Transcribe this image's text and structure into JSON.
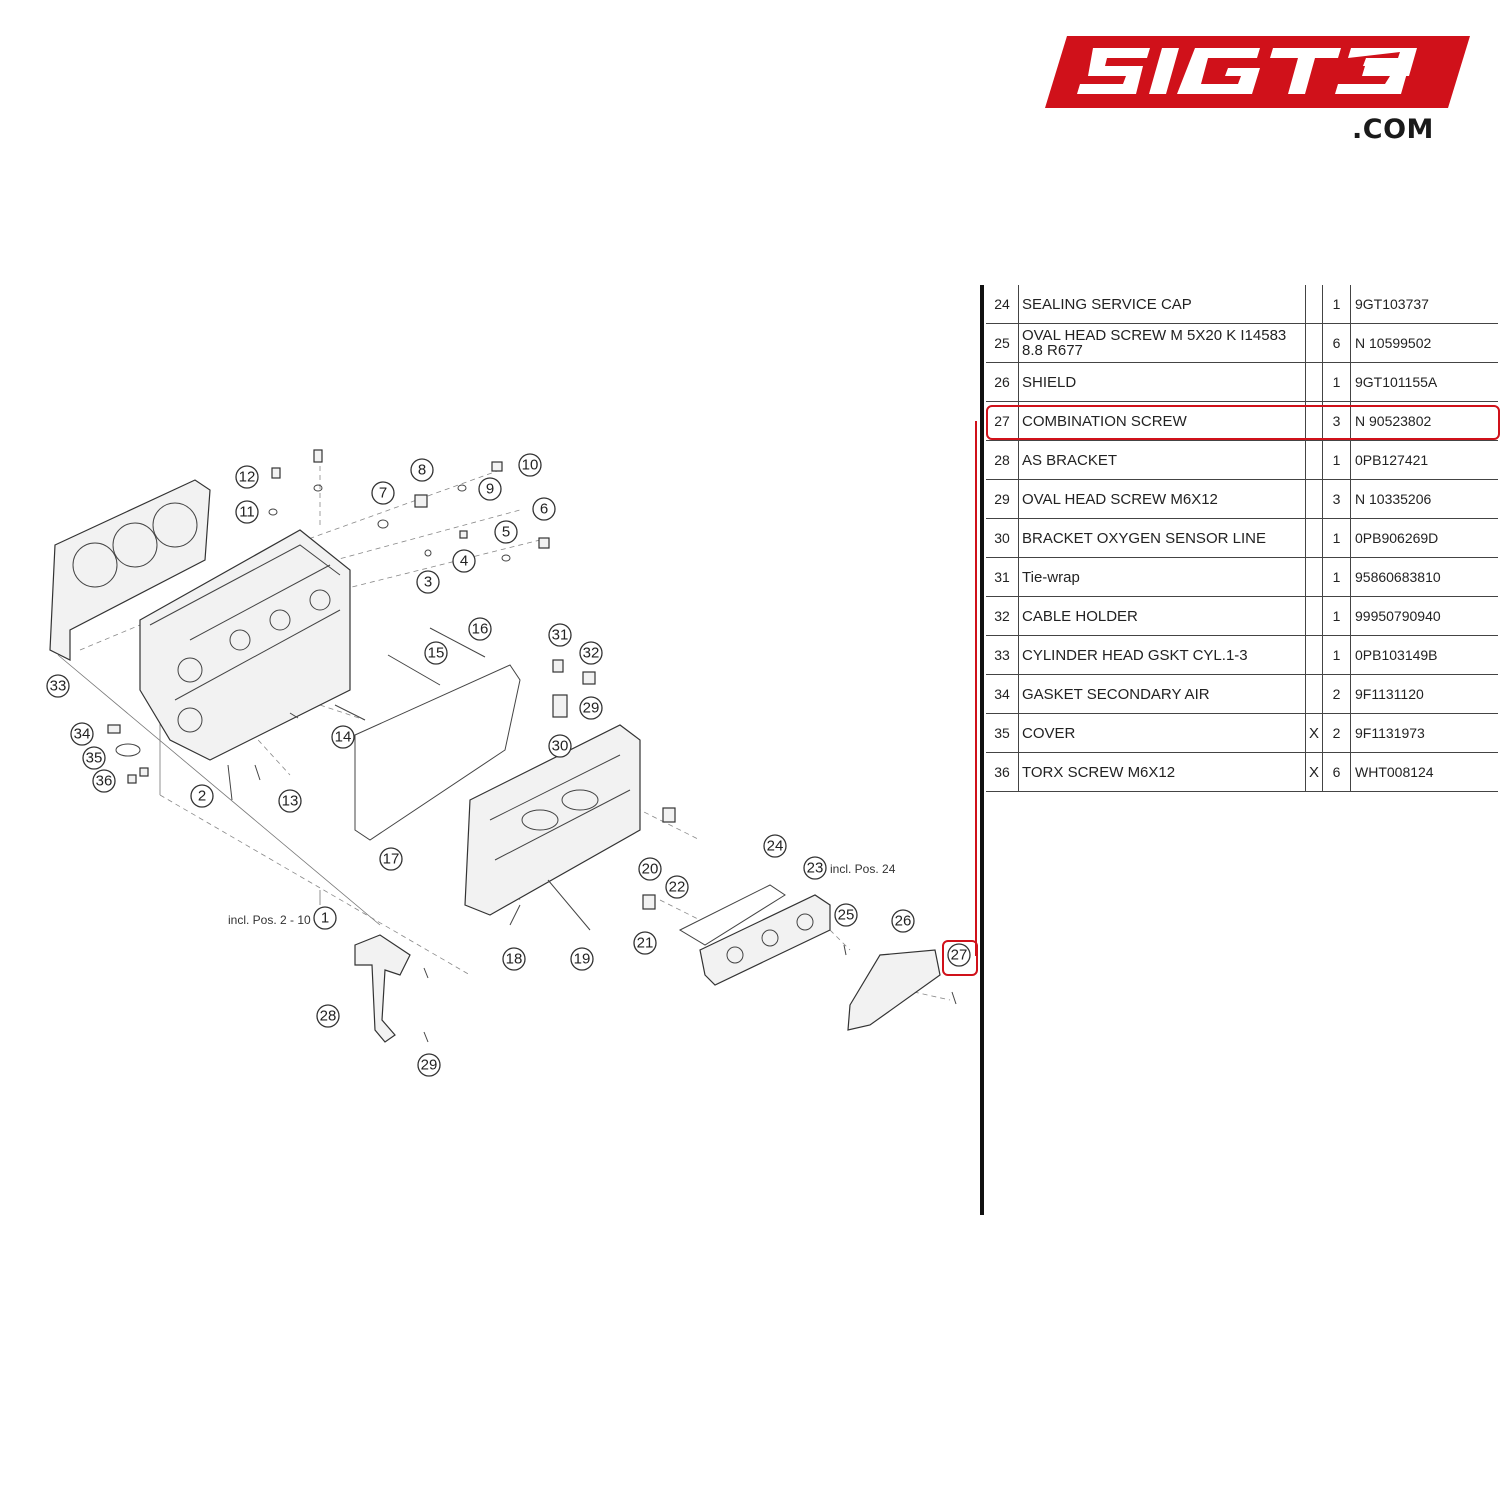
{
  "logo": {
    "text": "SIGT3",
    "suffix": ".COM",
    "color": "#d0111a"
  },
  "diagram": {
    "notes": {
      "pos1": "incl. Pos. 2 - 10",
      "pos23": "incl. Pos. 24"
    },
    "callouts": [
      "1",
      "2",
      "3",
      "4",
      "5",
      "6",
      "7",
      "8",
      "9",
      "10",
      "11",
      "12",
      "13",
      "14",
      "15",
      "16",
      "17",
      "18",
      "19",
      "20",
      "21",
      "22",
      "23",
      "24",
      "25",
      "26",
      "27",
      "28",
      "29",
      "29",
      "30",
      "31",
      "32",
      "33",
      "34",
      "35",
      "36"
    ]
  },
  "parts": [
    {
      "pos": "24",
      "name": "SEALING SERVICE CAP",
      "x": "",
      "qty": "1",
      "part_no": "9GT103737"
    },
    {
      "pos": "25",
      "name": "OVAL HEAD SCREW M 5X20 K I14583 8.8 R677",
      "x": "",
      "qty": "6",
      "part_no": "N 10599502"
    },
    {
      "pos": "26",
      "name": "SHIELD",
      "x": "",
      "qty": "1",
      "part_no": "9GT101155A"
    },
    {
      "pos": "27",
      "name": "COMBINATION SCREW",
      "x": "",
      "qty": "3",
      "part_no": "N 90523802"
    },
    {
      "pos": "28",
      "name": "AS BRACKET",
      "x": "",
      "qty": "1",
      "part_no": "0PB127421"
    },
    {
      "pos": "29",
      "name": "OVAL HEAD SCREW M6X12",
      "x": "",
      "qty": "3",
      "part_no": "N 10335206"
    },
    {
      "pos": "30",
      "name": "BRACKET OXYGEN SENSOR LINE",
      "x": "",
      "qty": "1",
      "part_no": "0PB906269D"
    },
    {
      "pos": "31",
      "name": "Tie-wrap",
      "x": "",
      "qty": "1",
      "part_no": "95860683810"
    },
    {
      "pos": "32",
      "name": "CABLE HOLDER",
      "x": "",
      "qty": "1",
      "part_no": "99950790940"
    },
    {
      "pos": "33",
      "name": "CYLINDER HEAD GSKT CYL.1-3",
      "x": "",
      "qty": "1",
      "part_no": "0PB103149B"
    },
    {
      "pos": "34",
      "name": "GASKET SECONDARY AIR",
      "x": "",
      "qty": "2",
      "part_no": "9F1131120"
    },
    {
      "pos": "35",
      "name": "COVER",
      "x": "X",
      "qty": "2",
      "part_no": "9F1131973"
    },
    {
      "pos": "36",
      "name": "TORX SCREW M6X12",
      "x": "X",
      "qty": "6",
      "part_no": "WHT008124"
    }
  ],
  "highlight": {
    "pos": "27",
    "color": "#d0111a"
  }
}
